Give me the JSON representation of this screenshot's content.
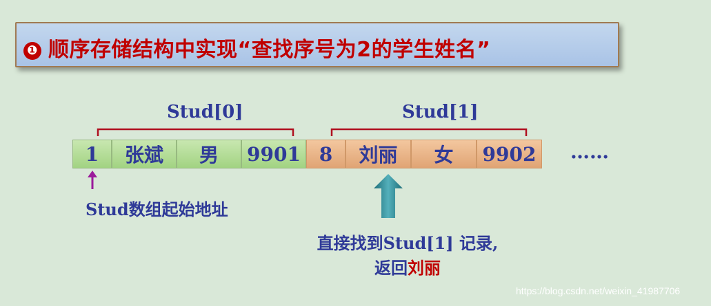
{
  "title": {
    "bullet": "❶",
    "text": "顺序存储结构中实现“查找序号为2的学生姓名”"
  },
  "groups": [
    {
      "label": "Stud[0]"
    },
    {
      "label": "Stud[1]"
    }
  ],
  "cells": [
    "1",
    "张斌",
    "男",
    "9901",
    "8",
    "刘丽",
    "女",
    "9902"
  ],
  "ellipsis": "……",
  "start_note": "Stud数组起始地址",
  "annotation": {
    "line1": "直接找到Stud[1] 记录,",
    "line2_prefix": "返回",
    "line2_name": "刘丽"
  },
  "colors": {
    "title_text": "#c00000",
    "label_text": "#2f3a98",
    "bracket": "#b01020",
    "green_cell": "#a2d382",
    "orange_cell": "#e0a474",
    "small_arrow": "#9b1b9b",
    "big_arrow": "#2f8b95"
  },
  "watermark": "https://blog.csdn.net/weixin_41987706"
}
